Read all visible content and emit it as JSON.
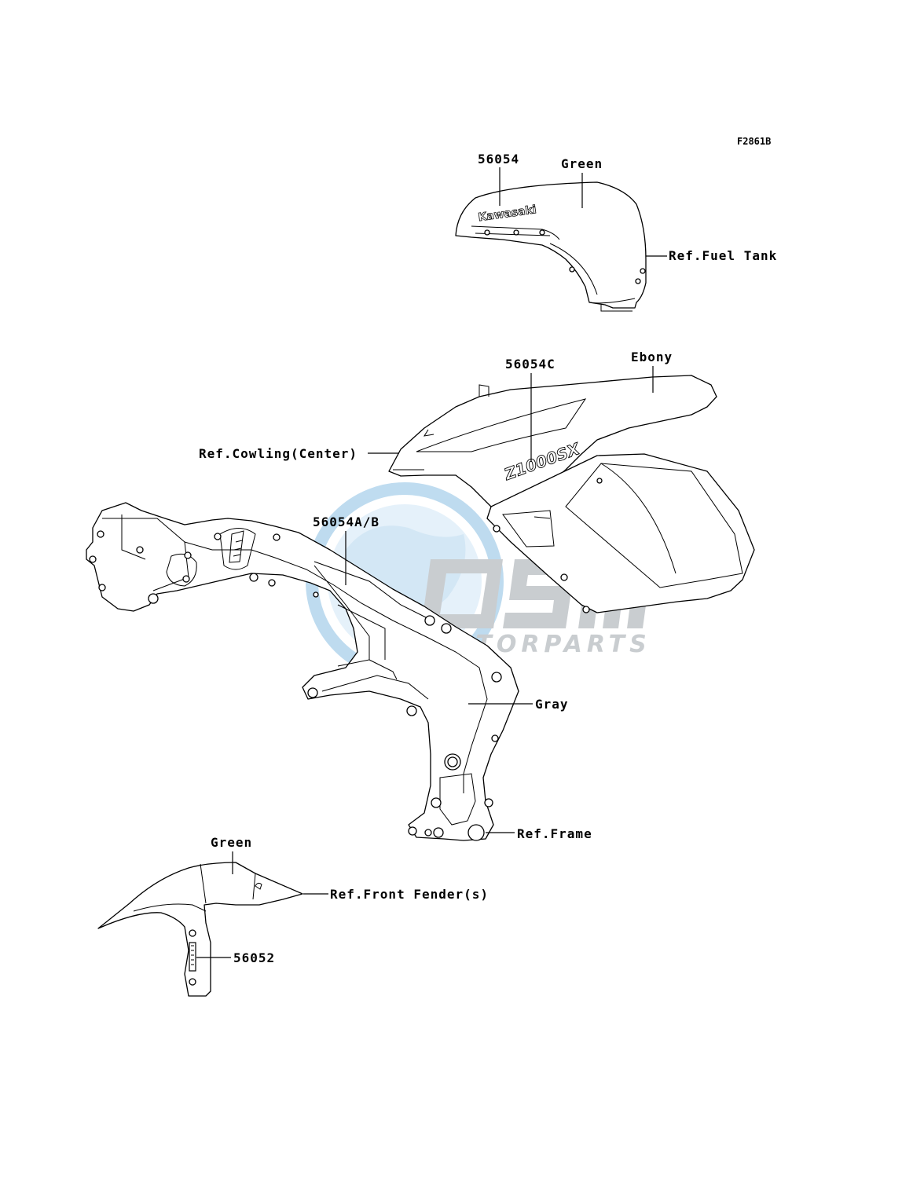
{
  "diagram_code": "F2861B",
  "fuel_tank": {
    "part_number": "56054",
    "color": "Green",
    "reference": "Ref.Fuel Tank",
    "decal_text": "Kawasaki"
  },
  "cowling": {
    "part_number": "56054C",
    "color": "Ebony",
    "reference": "Ref.Cowling(Center)",
    "decal_text": "Z1000SX"
  },
  "frame": {
    "part_number": "56054A/B",
    "color": "Gray",
    "reference": "Ref.Frame"
  },
  "front_fender": {
    "part_number": "56052",
    "color": "Green",
    "reference": "Ref.Front Fender(s)"
  },
  "watermark": {
    "main": "OSM",
    "sub": "MOTORPARTS",
    "circle_color": "#b8d8ee",
    "text_color": "#c4c8cc"
  }
}
